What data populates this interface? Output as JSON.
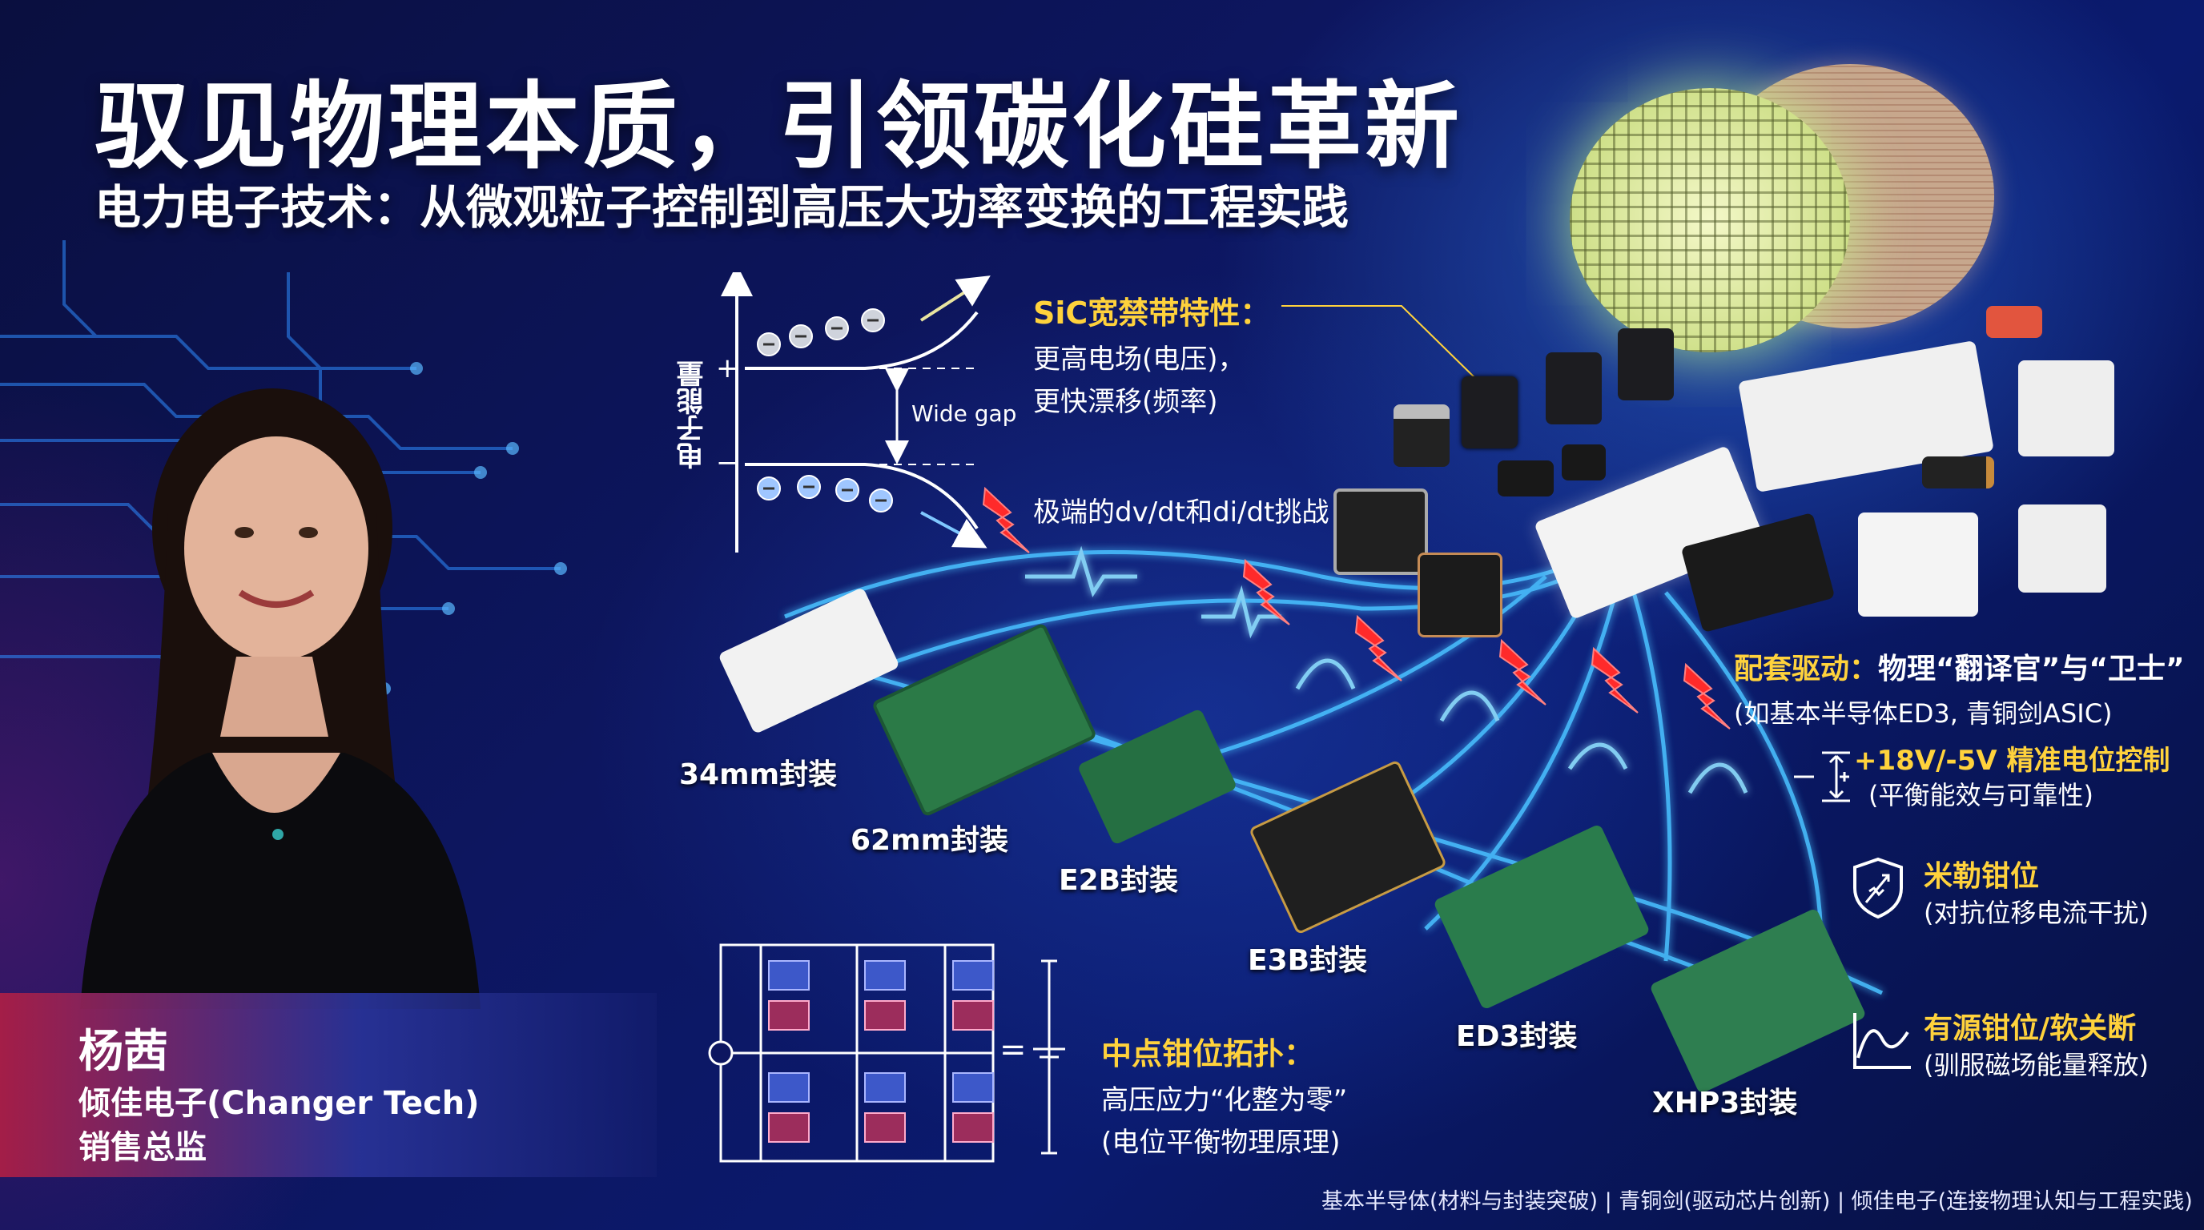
{
  "header": {
    "title": "驭见物理本质，引领碳化硅革新",
    "subtitle": "电力电子技术：从微观粒子控制到高压大功率变换的工程实践"
  },
  "band_diagram": {
    "axis_label": "电子能量",
    "plus": "+",
    "minus": "−",
    "gap_label": "Wide gap"
  },
  "sic_properties": {
    "title": "SiC宽禁带特性：",
    "line1": "更高电场(电压)，",
    "line2": "更快漂移(频率)"
  },
  "dvdt_label": "极端的dv/dt和di/dt挑战",
  "packages": [
    "34mm封装",
    "62mm封装",
    "E2B封装",
    "E3B封装",
    "ED3封装",
    "XHP3封装"
  ],
  "driver": {
    "title": "配套驱动：",
    "title_rest": "物理“翻译官”与“卫士”",
    "sub": "(如基本半导体ED3, 青铜剑ASIC)"
  },
  "features": [
    {
      "icon": "voltage-level-icon",
      "title": "+18V/-5V 精准电位控制",
      "sub": "(平衡能效与可靠性)"
    },
    {
      "icon": "shield-icon",
      "title": "米勒钳位",
      "sub": "(对抗位移电流干扰)"
    },
    {
      "icon": "soft-turnoff-curve-icon",
      "title": "有源钳位/软关断",
      "sub": "(驯服磁场能量释放)"
    }
  ],
  "npc": {
    "title": "中点钳位拓扑：",
    "line1": "高压应力“化整为零”",
    "line2": "(电位平衡物理原理)",
    "equals": "="
  },
  "presenter": {
    "name": "杨茜",
    "company": "倾佳电子(Changer Tech)",
    "role": "销售总监"
  },
  "footer": "基本半导体(材料与封装突破) | 青铜剑(驱动芯片创新) | 倾佳电子(连接物理认知与工程实践)",
  "colors": {
    "accent_yellow": "#ffd23c",
    "glow_blue": "#3fb6ff",
    "bolt_red": "#ff2a2a"
  }
}
